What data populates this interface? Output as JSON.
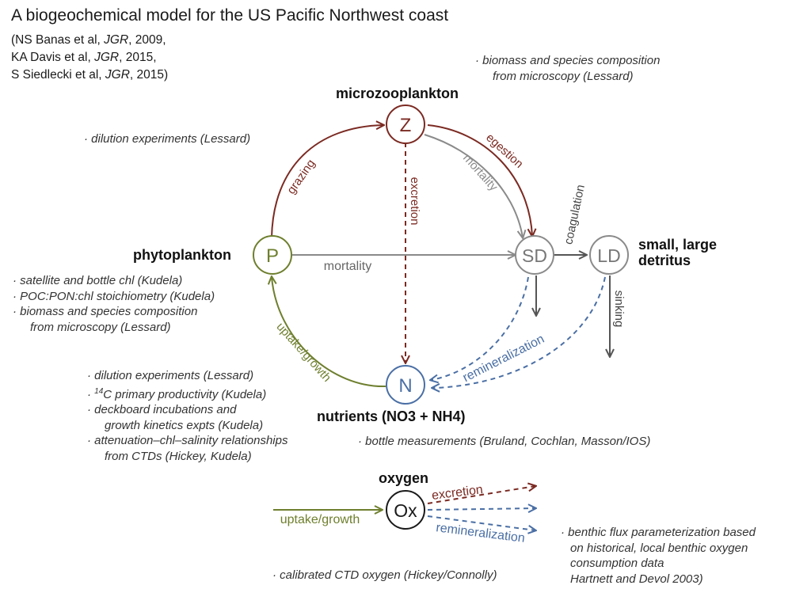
{
  "title": "A biogeochemical model for the US Pacific Northwest coast",
  "references": {
    "line1_pre": "(NS Banas et al, ",
    "line1_journal": "JGR",
    "line1_post": ", 2009,",
    "line2_pre": "KA Davis et al, ",
    "line2_journal": "JGR",
    "line2_post": ", 2015,",
    "line3_pre": "S Siedlecki et al, ",
    "line3_journal": "JGR",
    "line3_post": ", 2015)"
  },
  "nodes": {
    "Z": "Z",
    "P": "P",
    "SD": "SD",
    "LD": "LD",
    "N": "N",
    "Ox": "Ox"
  },
  "node_labels": {
    "microzooplankton": "microzooplankton",
    "phytoplankton": "phytoplankton",
    "detritus_line1": "small, large",
    "detritus_line2": "detritus",
    "nutrients": "nutrients (NO3 + NH4)",
    "oxygen": "oxygen"
  },
  "flux_labels": {
    "grazing": "grazing",
    "egestion": "egestion",
    "mortality_z": "mortality",
    "excretion_z": "excretion",
    "mortality_p": "mortality",
    "coagulation": "coagulation",
    "sinking": "sinking",
    "remineralization": "remineralization",
    "uptake_growth": "uptake/growth",
    "ox_uptake": "uptake/growth",
    "ox_excretion": "excretion",
    "ox_remineralization": "remineralization"
  },
  "notes": {
    "zoo_microscopy_1": "· biomass and species composition",
    "zoo_microscopy_2": "from microscopy (Lessard)",
    "dilution_z": "· dilution experiments (Lessard)",
    "phyto_1": "· satellite and bottle chl (Kudela)",
    "phyto_2": "· POC:PON:chl stoichiometry (Kudela)",
    "phyto_3": "· biomass and species composition",
    "phyto_4": "from microscopy (Lessard)",
    "growth_1": "· dilution experiments (Lessard)",
    "growth_2_sup": "14",
    "growth_2": "C primary productivity (Kudela)",
    "growth_3": "· deckboard incubations and",
    "growth_4": "growth kinetics expts (Kudela)",
    "growth_5": "· attenuation–chl–salinity relationships",
    "growth_6": "from CTDs (Hickey, Kudela)",
    "bottle": "· bottle measurements (Bruland, Cochlan, Masson/IOS)",
    "benthic_1": "· benthic flux parameterization based",
    "benthic_2": "on historical, local benthic oxygen",
    "benthic_3": "consumption data",
    "benthic_4": "Hartnett and Devol 2003)",
    "ctd_oxygen": "· calibrated CTD oxygen (Hickey/Connolly)"
  },
  "colors": {
    "zooplankton_red": "#7b2a22",
    "phyto_green": "#6e7f2e",
    "nutrient_blue": "#4a6fa5",
    "detritus_gray": "#8a8a8a",
    "text_dark": "#1a1a1a"
  }
}
